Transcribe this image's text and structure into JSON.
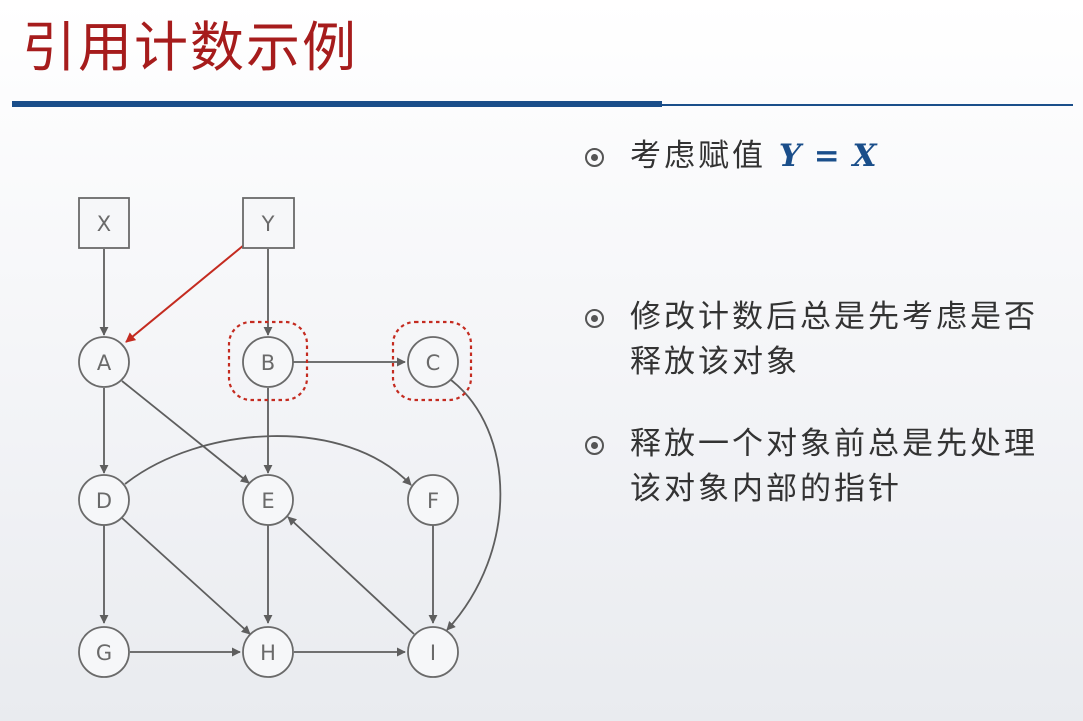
{
  "slide": {
    "title": "引用计数示例"
  },
  "bullets": [
    {
      "text": "考虑赋值 ",
      "math": "Y = X"
    },
    {
      "text": "修改计数后总是先考虑是否释放该对象"
    },
    {
      "text": "释放一个对象前总是先处理该对象内部的指针"
    }
  ],
  "diagram": {
    "nodes": {
      "X": "X",
      "Y": "Y",
      "A": "A",
      "B": "B",
      "C": "C",
      "D": "D",
      "E": "E",
      "F": "F",
      "G": "G",
      "H": "H",
      "I": "I"
    },
    "colors": {
      "edge": "#5e5e5e",
      "new_reference_edge": "#c42b20",
      "highlight": "#c42b20",
      "node_border": "#6a6a6a"
    }
  }
}
